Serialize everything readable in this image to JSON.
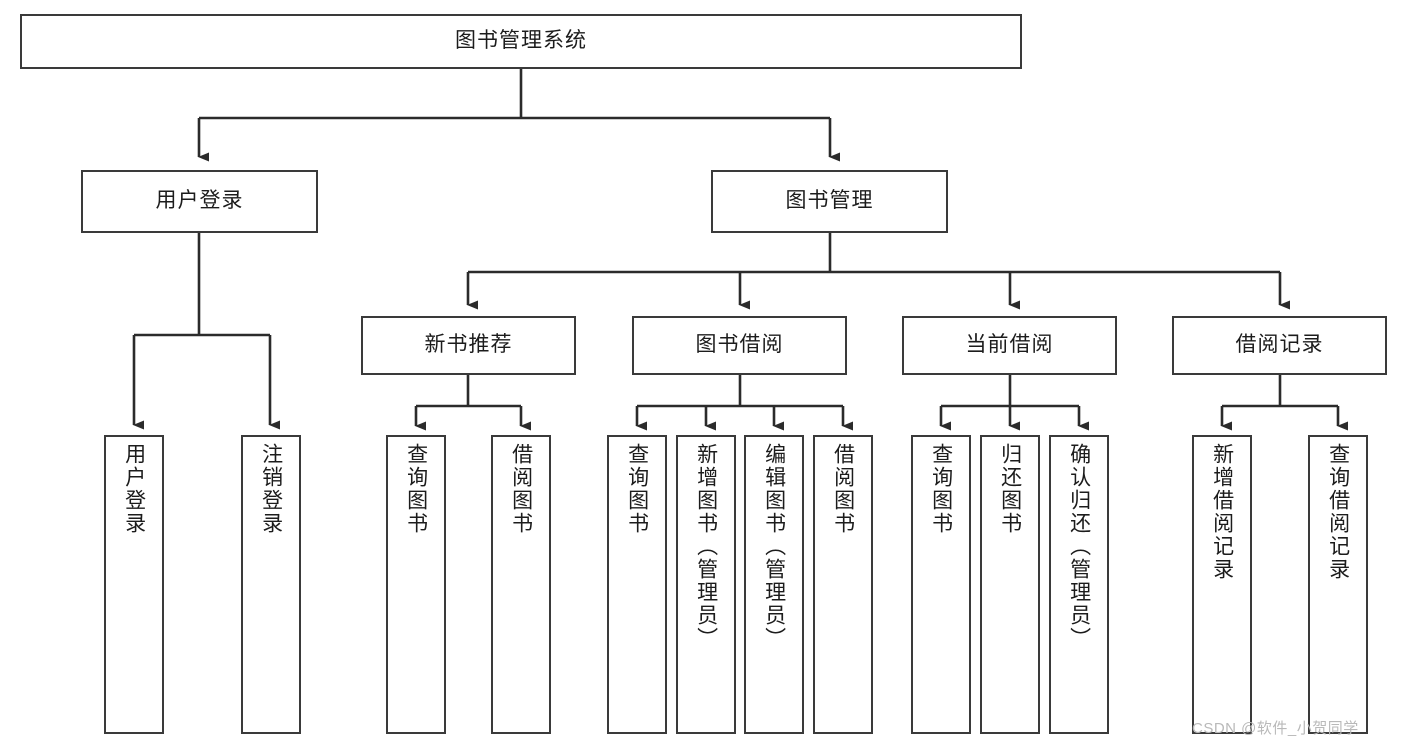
{
  "diagram": {
    "type": "tree-hierarchy",
    "title": "图书管理系统",
    "orientation": "top-down",
    "colors": {
      "box_border": "#3a3a3a",
      "box_fill": "#ffffff",
      "connector": "#2b2b2b",
      "text": "#1c1c1c",
      "watermark": "#b9b9b9"
    },
    "nodes": {
      "root": {
        "id": "root",
        "label": "图书管理系统",
        "level": 0
      },
      "level1": [
        {
          "id": "user-login",
          "label": "用户登录",
          "level": 1
        },
        {
          "id": "book-manage",
          "label": "图书管理",
          "level": 1
        }
      ],
      "level2": [
        {
          "id": "new-book-recommend",
          "label": "新书推荐",
          "level": 2,
          "parent": "book-manage"
        },
        {
          "id": "book-borrow",
          "label": "图书借阅",
          "level": 2,
          "parent": "book-manage"
        },
        {
          "id": "current-borrow",
          "label": "当前借阅",
          "level": 2,
          "parent": "book-manage"
        },
        {
          "id": "borrow-record",
          "label": "借阅记录",
          "level": 2,
          "parent": "book-manage"
        }
      ],
      "leaves": [
        {
          "id": "leaf-user-login",
          "label": "用户登录",
          "parent": "user-login"
        },
        {
          "id": "leaf-user-logout",
          "label": "注销登录",
          "parent": "user-login"
        },
        {
          "id": "leaf-query-book-rec",
          "label": "查询图书",
          "parent": "new-book-recommend"
        },
        {
          "id": "leaf-borrow-book-rec",
          "label": "借阅图书",
          "parent": "new-book-recommend"
        },
        {
          "id": "leaf-query-book-borrow",
          "label": "查询图书",
          "parent": "book-borrow"
        },
        {
          "id": "leaf-add-book",
          "label": "新增图书（管理员）",
          "parent": "book-borrow"
        },
        {
          "id": "leaf-edit-book",
          "label": "编辑图书（管理员）",
          "parent": "book-borrow"
        },
        {
          "id": "leaf-borrow-book",
          "label": "借阅图书",
          "parent": "book-borrow"
        },
        {
          "id": "leaf-query-book-current",
          "label": "查询图书",
          "parent": "current-borrow"
        },
        {
          "id": "leaf-return-book",
          "label": "归还图书",
          "parent": "current-borrow"
        },
        {
          "id": "leaf-confirm-return",
          "label": "确认归还（管理员）",
          "parent": "current-borrow"
        },
        {
          "id": "leaf-add-record",
          "label": "新增借阅记录",
          "parent": "borrow-record"
        },
        {
          "id": "leaf-query-record",
          "label": "查询借阅记录",
          "parent": "borrow-record"
        }
      ]
    }
  },
  "watermark": {
    "text": "CSDN @软件_小贺同学"
  }
}
